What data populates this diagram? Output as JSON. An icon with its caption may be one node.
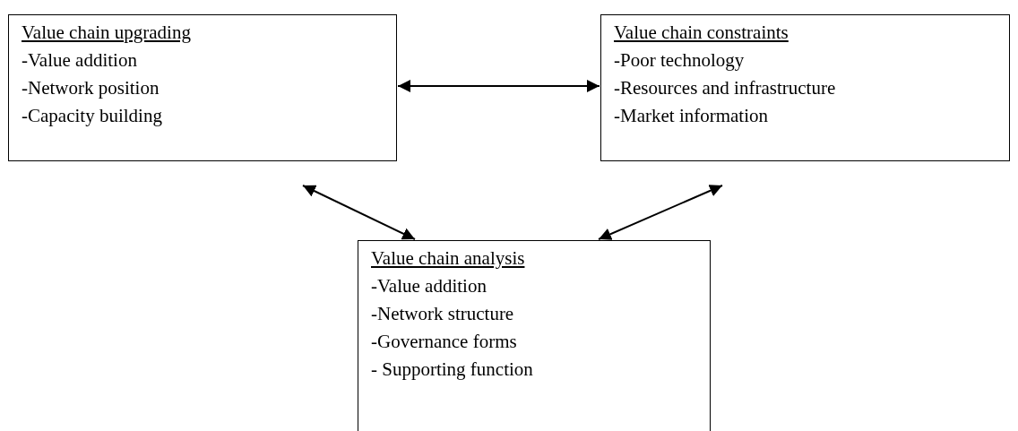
{
  "diagram": {
    "nodes": [
      {
        "text": [
          "Value chain upgrading",
          "-Value addition",
          "-Network position",
          "-Capacity building"
        ]
      },
      {
        "text": [
          "Value chain constraints",
          "-Poor technology",
          "-Resources and infrastructure",
          "-Market information"
        ]
      },
      {
        "text": [
          "Value chain analysis",
          "-Value addition",
          "-Network structure",
          "-Governance forms",
          "- Supporting function"
        ]
      }
    ],
    "edges": [
      {
        "from": 0,
        "to": 1,
        "arrow": "both"
      },
      {
        "from": 0,
        "to": 2,
        "arrow": "both"
      },
      {
        "from": 1,
        "to": 2,
        "arrow": "both"
      }
    ]
  }
}
